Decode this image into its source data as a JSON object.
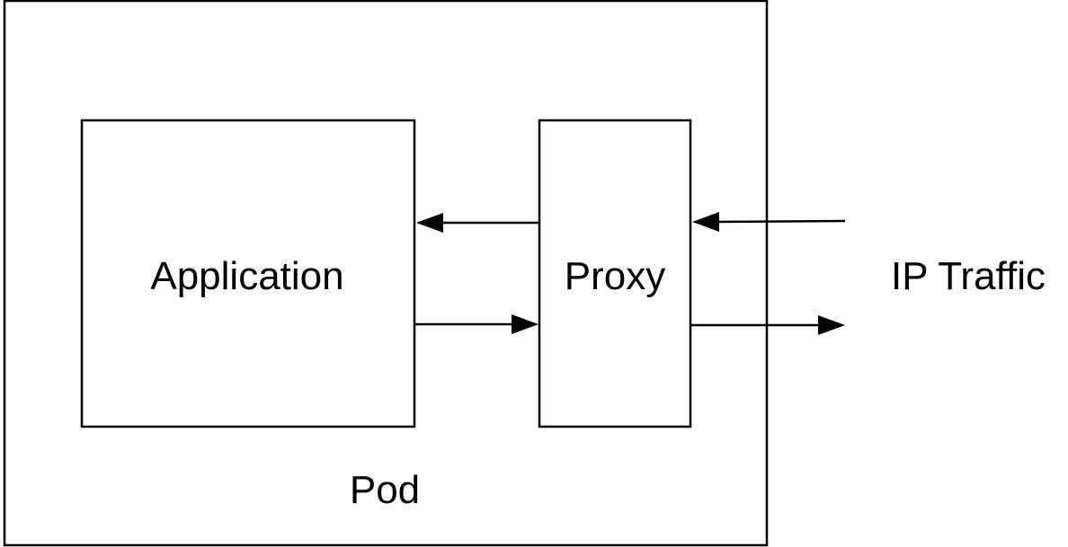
{
  "diagram": {
    "pod_label": "Pod",
    "application_label": "Application",
    "proxy_label": "Proxy",
    "external_label": "IP Traffic"
  },
  "edges": [
    {
      "from": "proxy",
      "to": "application"
    },
    {
      "from": "application",
      "to": "proxy"
    },
    {
      "from": "ip-traffic",
      "to": "proxy"
    },
    {
      "from": "proxy",
      "to": "ip-traffic"
    }
  ],
  "colors": {
    "stroke": "#000000",
    "background": "#ffffff"
  }
}
